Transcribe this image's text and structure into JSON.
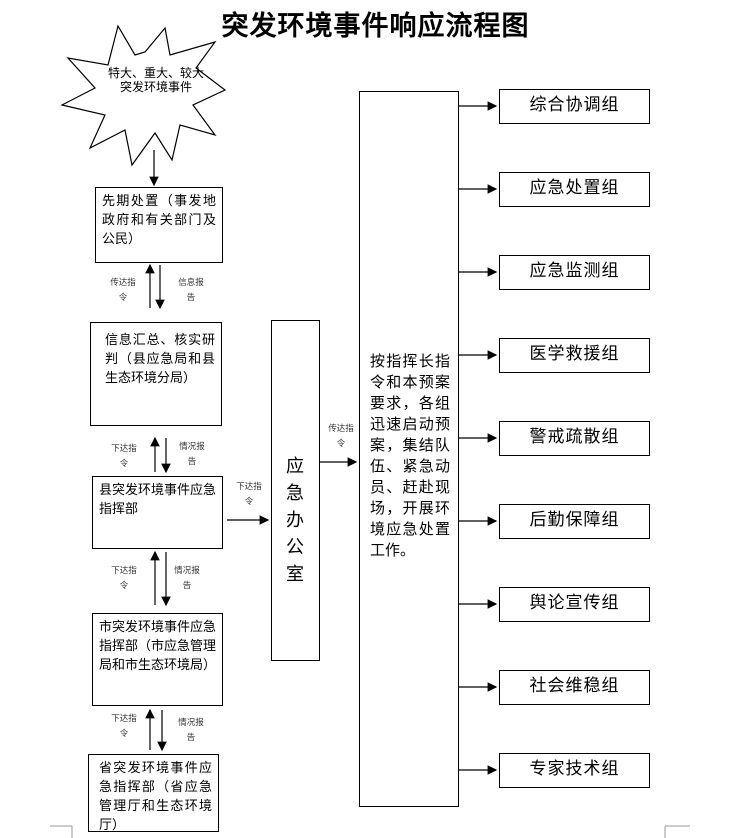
{
  "title": "突发环境事件响应流程图",
  "start_event": "特大、重大、较大突发环境事件",
  "left_column": {
    "box1": "先期处置（事发地政府和有关部门及公民）",
    "box2": "信息汇总、核实研判（县应急局和县生态环境分局）",
    "box3": "县突发环境事件应急指挥部",
    "box4": "市突发环境事件应急指挥部（市应急管理局和市生态环境局）",
    "box5": "省突发环境事件应急指挥部（省应急管理厅和生态环境厅）"
  },
  "arrow_labels": {
    "down_order": "传达指令",
    "up_report": "信息报告",
    "issue_order": "下达指令",
    "situation_report": "情况报告"
  },
  "office": "应急办公室",
  "command_text": "按指挥长指令和本预案要求，各组迅速启动预案，集结队伍、紧急动员、赶赴现场，开展环境应急处置工作。",
  "groups": [
    "综合协调组",
    "应急处置组",
    "应急监测组",
    "医学救援组",
    "警戒疏散组",
    "后勤保障组",
    "舆论宣传组",
    "社会维稳组",
    "专家技术组"
  ]
}
